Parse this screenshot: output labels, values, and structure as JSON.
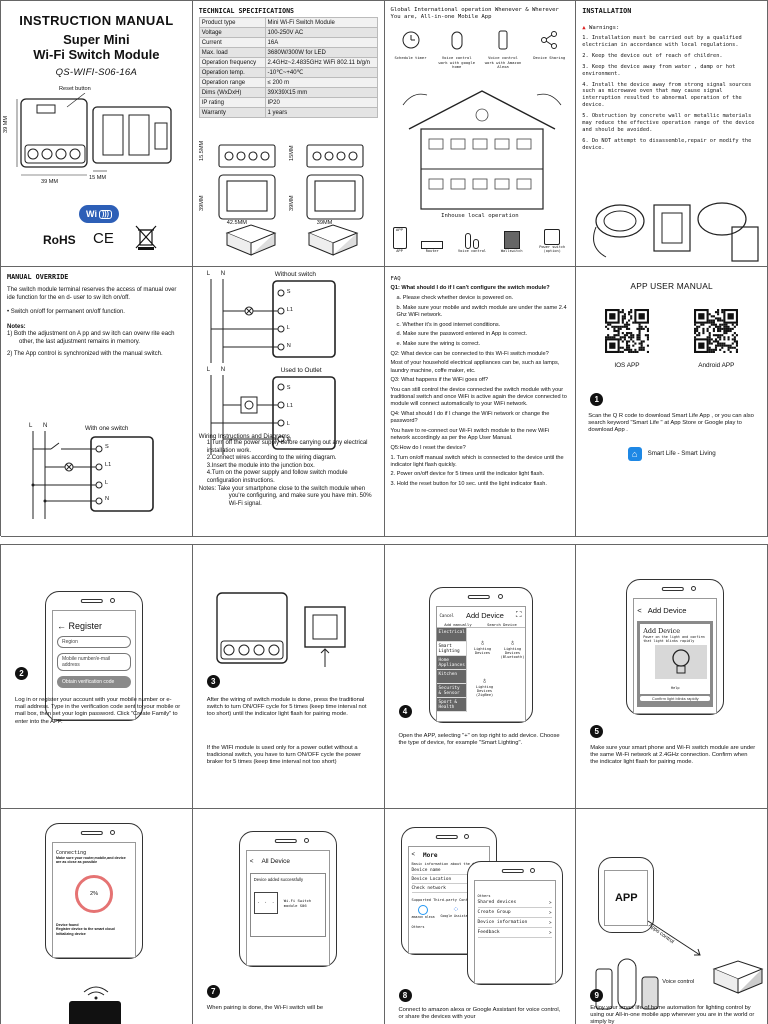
{
  "cover": {
    "title": "INSTRUCTION MANUAL",
    "product_line1": "Super Mini",
    "product_line2": "Wi-Fi Switch Module",
    "model": "QS-WIFI-S06-16A",
    "reset_label": "Reset button",
    "dim_height": "39 MM",
    "dim_width": "39 MM",
    "dim_depth": "15 MM",
    "wifi_badge": "Wi",
    "rohs": "RoHS",
    "ce": "CE"
  },
  "spec": {
    "title": "TECHNICAL SPECIFICATIONS",
    "rows": [
      [
        "Product type",
        "Mini Wi-Fi Switch Module"
      ],
      [
        "Voltage",
        "100-250V AC"
      ],
      [
        "Current",
        "16A"
      ],
      [
        "Max. load",
        "3680W/300W for LED"
      ],
      [
        "Operation frequency",
        "2.4GHz~2.4835GHz WiFi 802.11 b/g/n"
      ],
      [
        "Operation temp.",
        "-10℃~+40℃"
      ],
      [
        "Operation range",
        "≤ 200 m"
      ],
      [
        "Dims (WxDxH)",
        "39X39X15 mm"
      ],
      [
        "IP rating",
        "IP20"
      ],
      [
        "Warranty",
        "1 years"
      ]
    ],
    "dim_a": "15.5MM",
    "dim_b": "15MM",
    "dim_c": "39MM",
    "dim_d": "42.5MM",
    "dim_e": "39MM",
    "dim_f": "39MM"
  },
  "global": {
    "line1": "Global International operation Whenever & Wherever",
    "line2": "You are, All-in-one Mobile App",
    "icons": [
      "Schedule timer",
      "Voice control work with google home",
      "Voice control work with Amazon Alexa",
      "Device Sharing"
    ],
    "indoor_label": "Inhouse local operation",
    "devices": [
      "APP",
      "Router",
      "Voice control",
      "Wallswitch",
      "Power switch (option)"
    ]
  },
  "install": {
    "title": "INSTALLATION",
    "warnings_label": "Warnings:",
    "items": [
      "1. Installation must be carried out by a qualified electrician in accordance with local regulations.",
      "2. Keep the device out of reach of children.",
      "3. Keep the device away from water , damp or hot environment.",
      "4. Install the device away from strong signal sources such as microwave oven that may cause signal interruption resulted to abnormal operation of the device.",
      "5. Obstruction by concrete wall or metallic materials may reduce the effective operation range of the device and should be avoided.",
      "6. Do NOT attempt to disassemble,repair or modify the device."
    ]
  },
  "override": {
    "title": "MANUAL OVERRIDE",
    "intro": "The switch module terminal reserves the access of manual over ide function for the en d- user to sw itch on/off.",
    "bullet": "• Switch on/off for permanent on/off function.",
    "notes_label": "Notes:",
    "note1": "1)  Both the  adjustment on A pp and sw itch can overw rite each other, the last adjustment remains in memory.",
    "note2": "2)  The App control is synchronized with the manual switch.",
    "with_switch": "With one switch",
    "L": "L",
    "N": "N",
    "t_s": "S",
    "t_l1": "L1",
    "t_l": "L",
    "t_n": "N"
  },
  "wiring": {
    "label_without": "Without switch",
    "label_outlet": "Used to Outlet",
    "L": "L",
    "N": "N",
    "t_s": "S",
    "t_l1": "L1",
    "t_l": "L",
    "t_n": "N",
    "title": "Wiring Instructions and Diagrams",
    "steps": [
      "1.Turn off the power supply before carrying out any electrical installation work.",
      "2.Connect wires according to the wiring diagram.",
      "3.Insert the module into the junction box.",
      "4.Turn on the power supply and follow switch module configuration instructions."
    ],
    "note": "Notes: Take your smartphone close to the switch module when you're configuring, and make sure you have min. 50% Wi-Fi signal."
  },
  "faq": {
    "title": "FAQ",
    "q1": "Q1: What should I do if I can't configure the switch module?",
    "a1": [
      "a. Please check whether device is powered on.",
      "b. Make sure your mobile and switch module are under the same 2.4 Ghz WiFi network.",
      "c. Whether it's in good internet conditions.",
      "d. Make sure the password entered in App is correct.",
      "e. Make sure the wiring is correct."
    ],
    "q2": "Q2: What device can be connected to this Wi-Fi switch module?",
    "a2": "Most of your household electrical appliances can be, such as lamps, laundry machine, coffe maker, etc.",
    "q3": "Q3: What happens if the WiFi goes off?",
    "a3": "You can still control the device connected the switch module with your traditional switch and once WiFi is active again the device connected to module will connect automatically to your WiFi network.",
    "q4": "Q4: What should I do if I change the WiFi network or change the password?",
    "a4": "You have to re-connect our Wi-Fi switch module to the new WiFi network accordingly as per the App User Manual.",
    "q5": "Q5:How do I reset the device?",
    "a5": [
      "1. Turn on/off manual switch which is connected to the device until the indicator light flash quickly.",
      "2. Power on/off device for 5 times until the indicator light flash.",
      "3. Hold the reset button for 10 sec. until the light indicator flash."
    ]
  },
  "app": {
    "title": "APP USER MANUAL",
    "ios": "IOS APP",
    "android": "Android APP",
    "step1": "Scan the Q R code  to download Smart Life  App , or you can also search keyword \"Smart Life \" at App Store or Google play to download App .",
    "brand": "Smart Life - Smart Living",
    "step_num": "1"
  },
  "s2": {
    "num": "2",
    "screen_title": "← Register",
    "region": "Region",
    "account": "Mobile number/e-mail address",
    "code_btn": "Obtain verification code",
    "text": "Log in or register your account with your mobile number or e-mail address. Type in the verification code sent to your mobile or mail box, then set your login password. Click \"Create Family\" to enter into the APP."
  },
  "s3": {
    "num": "3",
    "text1": "After the wiring of switch module is done, press the traditional switch to turn ON/OFF cycle for 5 times (keep time interval not too short) until the indicator light flash for pairing mode.",
    "text2": "If the WIFI module is used only for a power outlet without a tradicional switch, you have to turn ON/OFF cycle the power braker for 5 times (keep time interval not too short)"
  },
  "s4": {
    "num": "4",
    "cancel": "Cancel",
    "screen_title": "Add Device",
    "tab1": "Add manually",
    "tab2": "Search Device",
    "cats": [
      "Electrical",
      "Smart Lighting",
      "Home Appliances",
      "Kitchen",
      "Security & Sensor",
      "Sport & Health"
    ],
    "dev1": "Lighting Devices",
    "dev2": "Lighting Devices (Bluetooth)",
    "dev3": "Lighting Devices (ZigBee)",
    "text": "Open the APP, selecting \"+\" on top right to add device. Choose the type of device, for example \"Smart Lighting\"."
  },
  "s5": {
    "num": "5",
    "screen_title": "Add Device",
    "card_title": "Add Device",
    "card_sub": "Power on the light and confirm that light blinks rapidly",
    "help": "Help",
    "confirm": "Confirm light blinks rapidly",
    "text": "Make sure your smart phone and Wi-Fi switch module are under the same Wi-Fi network at 2.4GHz connection. Confirm when the indicator light flash for pairing mode."
  },
  "s6": {
    "connecting": "Connecting",
    "hint": "Make sure your router,mobile,and device are as close as possible",
    "percent": "2%",
    "found": "Device found",
    "registering": "Register device to the smart cloud",
    "initializing": "Initializing device"
  },
  "s7": {
    "num": "7",
    "screen_title": "All Device",
    "added": "Device added successfully",
    "dev_name": "Wi-Fi Switch module S06",
    "text": "When pairing is done, the Wi-Fi switch will be"
  },
  "s8": {
    "num": "8",
    "back_title": "More",
    "info": "Basic information about the device",
    "rows": [
      "Device name",
      "Device Location",
      "Check network"
    ],
    "third": "Supported Third-party Control",
    "alexa": "amazon alexa",
    "google": "Google Assistant",
    "others_top": "Others",
    "front_rows": [
      "Shared devices",
      "Create Group",
      "Device information",
      "Feedback"
    ],
    "others": "Others",
    "text": "Connect to amazon alexa or Google Assistant for voice control, or share the devices with your"
  },
  "s9": {
    "num": "9",
    "app": "APP",
    "apps_control": "Apps control",
    "voice_control": "Voice control",
    "text": "Enjoy your smart life of home automation for lighting control by using our All-in-one mobile app wherever you are in the world or simply by"
  }
}
